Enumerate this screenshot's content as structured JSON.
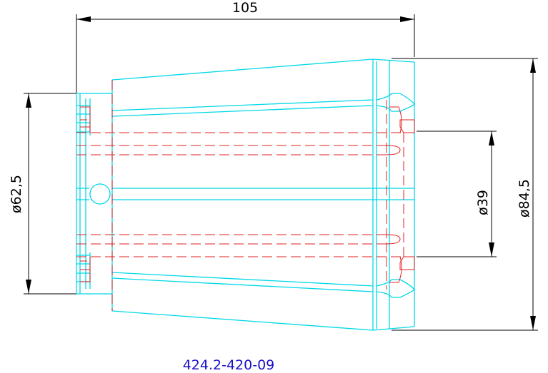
{
  "drawing": {
    "dimensions": {
      "overall_length": "105",
      "small_diameter": "ø62,5",
      "bore_diameter": "ø39",
      "large_diameter": "ø84,5"
    },
    "part_number": "424.2-420-09",
    "colors": {
      "outline": "#00d8e8",
      "hidden_lines": "#e02020",
      "dimensions": "#000000",
      "part_number": "#1a10c8"
    }
  }
}
